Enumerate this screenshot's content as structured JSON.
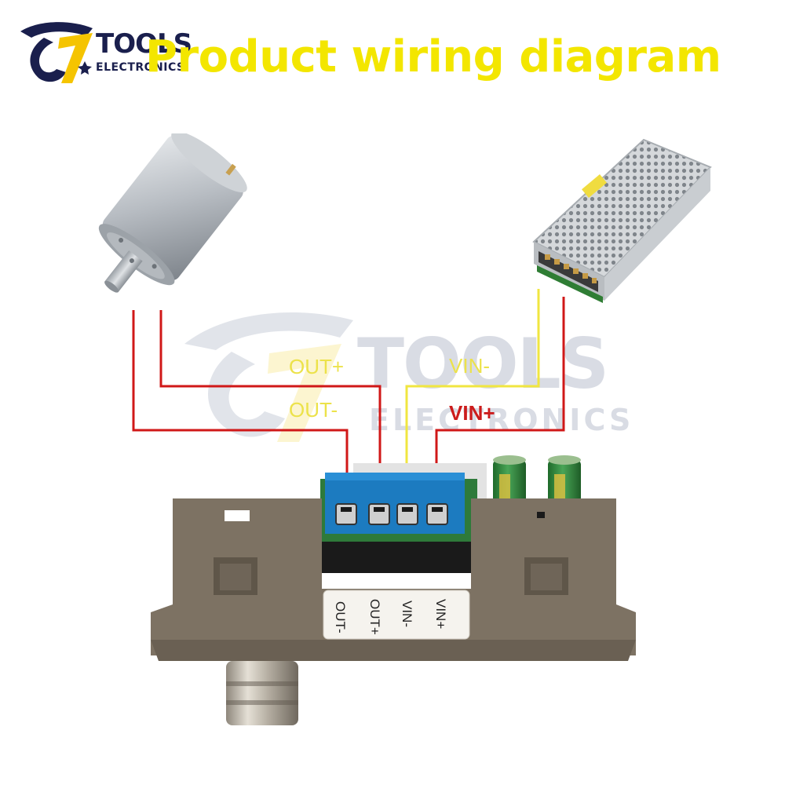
{
  "title": "Product wiring diagram",
  "logo": {
    "line1": "TOOLS",
    "line2": "ELECTRONICS"
  },
  "watermark": {
    "line1": "TOOLS",
    "line2": "ELECTRONICS"
  },
  "wire_labels": {
    "out_plus": "OUT+",
    "out_minus": "OUT-",
    "vin_minus": "VIN-",
    "vin_plus": "VIN+"
  },
  "terminal_labels": [
    "OUT-",
    "OUT+",
    "VIN-",
    "VIN+"
  ],
  "colors": {
    "title": "#f3e600",
    "wire_red": "#d01818",
    "wire_yellow": "#f0e640",
    "logo_navy": "#1a1f4d",
    "logo_yellow": "#f5c400",
    "terminal_blue": "#1c7bc0",
    "housing_brown": "#7d7263",
    "capacitor_green": "#2f8a3a"
  },
  "icons": [
    "motor-icon",
    "power-supply-icon",
    "controller-module-icon",
    "brand-logo-icon"
  ]
}
